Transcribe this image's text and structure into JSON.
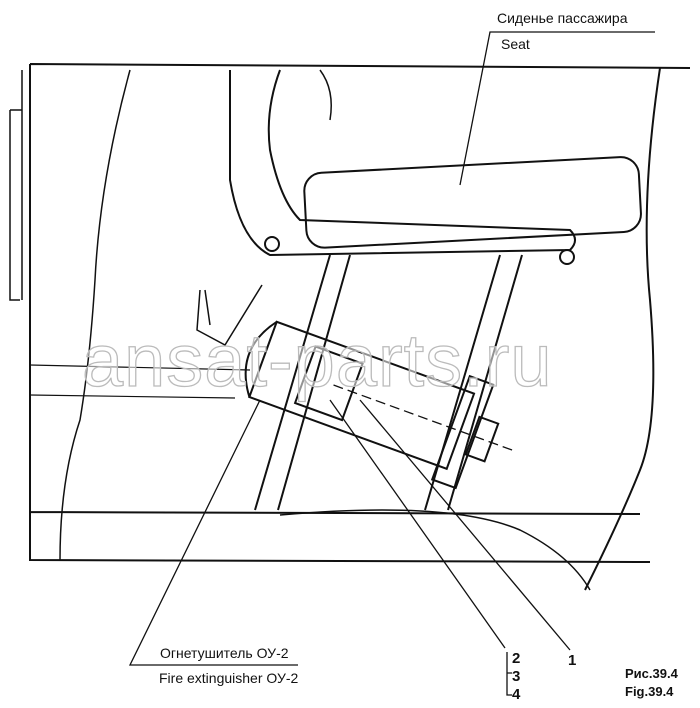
{
  "labels": {
    "seat_ru": "Сиденье пассажира",
    "seat_en": "Seat",
    "extinguisher_ru": "Огнетушитель ОУ-2",
    "extinguisher_en": "Fire extinguisher ОУ-2",
    "fig_ru": "Рис.39.4",
    "fig_en": "Fig.39.4"
  },
  "callouts": [
    "1",
    "2",
    "3",
    "4"
  ],
  "watermark": "ansat-parts.ru"
}
